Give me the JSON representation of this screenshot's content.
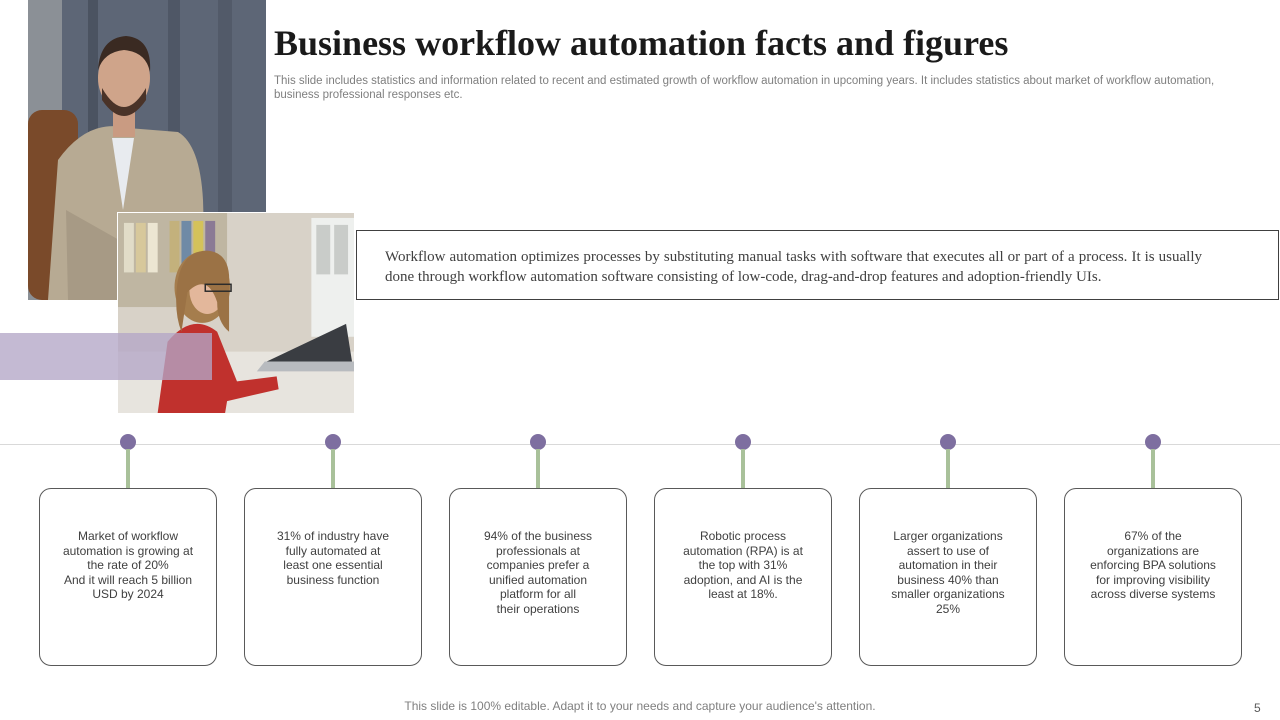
{
  "slide": {
    "title": "Business workflow automation facts and figures",
    "subtitle": "This slide includes statistics and information related to recent and estimated growth of workflow automation in upcoming years. It includes statistics about market of workflow automation, business professional responses etc.",
    "description": "Workflow automation optimizes processes by substituting manual tasks with software that executes all or part of a process. It is usually done through workflow automation software consisting of low-code, drag-and-drop features and adoption-friendly UIs.",
    "footer": "This slide is 100% editable. Adapt it to your needs and capture your audience's attention.",
    "page_number": "5"
  },
  "milestones": [
    {
      "text": "Market of workflow\nautomation is growing at\nthe rate of 20%\nAnd it will reach 5 billion\nUSD by 2024"
    },
    {
      "text": "31% of industry have\nfully automated at\nleast one essential\nbusiness function"
    },
    {
      "text": "94% of the business\nprofessionals at\ncompanies prefer a\nunified automation\nplatform for all\ntheir operations"
    },
    {
      "text": "Robotic process\nautomation (RPA) is at\nthe top with 31%\nadoption, and AI  is the\nleast at 18%."
    },
    {
      "text": "Larger organizations\nassert to use of\nautomation in their\nbusiness 40% than\nsmaller organizations 25%"
    },
    {
      "text": "67% of the\norganizations are\nenforcing BPA solutions\nfor improving visibility\nacross diverse systems"
    }
  ],
  "colors": {
    "dot": "#7e6fa0",
    "stem": "#a9c19a",
    "accent_band": "#b4a7c6",
    "card_border": "#595959"
  }
}
